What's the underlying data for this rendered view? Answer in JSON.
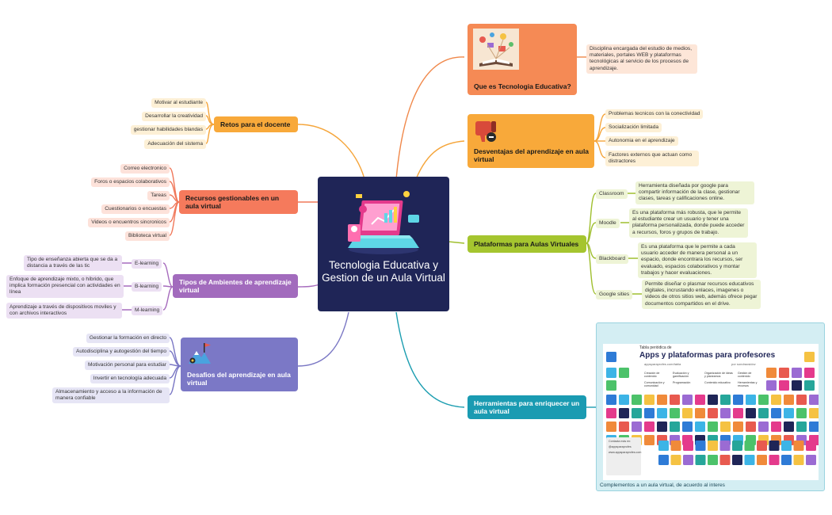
{
  "central": {
    "title": "Tecnologia Educativa y Gestion de un Aula Virtual"
  },
  "que_es": {
    "label": "Que es Tecnologia Educativa?",
    "description": "Disciplina encargada del estudio de medios, materiales, portales WEB y plataformas tecnológicas al servicio de los procesos de aprendizaje."
  },
  "desventajas": {
    "label": "Desventajas del aprendizaje en aula virtual",
    "items": [
      "Problemas tecnicos con la conectividad",
      "Socialización limitada",
      "Autonomia en el aprendizaje",
      "Factores externos que actuan como distractores"
    ]
  },
  "plataformas": {
    "label": "Plataformas para Aulas Virtuales",
    "items": [
      {
        "name": "Classroom",
        "desc": "Herramienta diseñada por google para compartir información de la clase, gestionar clases, tareas y calificaciones online."
      },
      {
        "name": "Moodle",
        "desc": "Es una plataforma más robusta, que le permite al estudiante crear un usuario y tener una plataforma personalizada, donde puede acceder a recursos, foros y grupos de trabajo."
      },
      {
        "name": "Blackboard",
        "desc": "Es una plataforma que le permite a cada usuario acceder de manera personal a un espacio, donde encontrara los recursos, ser evaluado, espacios colaborativos y montar trabajos y hacer evaluaciones."
      },
      {
        "name": "Google sities",
        "desc": "Permite diseñar o plasmar recursos educativos digitales, incrustando enlaces, imagenes o videos de otros sitios web, además ofrece pegar documentos compartidos en el drive."
      }
    ]
  },
  "herramientas": {
    "label": "Herramientas para enriquecer un aula virtual",
    "caption": "Complementos a un aula virtual, de acuerdo al interes",
    "table": {
      "pretitle": "Tabla periódica de",
      "title": "Apps y plataformas para profesores",
      "site": "appsparaprofes.com/tabla",
      "author": "por sondraosidov",
      "legend": [
        "Creación de contenido",
        "Evaluación y gamificación",
        "Organización de ideas y planeamos",
        "Gestión de contenido",
        "Comunicación y comunidad",
        "Programación",
        "Contenido educativo",
        "Herramientas y recursos"
      ],
      "contact_title": "Contacta más en:",
      "contact_handle": "@appsparaprofes",
      "contact_site": "www.appsparaprofes.com"
    }
  },
  "retos": {
    "label": "Retos para el docente",
    "items": [
      "Motivar al estudiante",
      "Desarrollar la creatividad",
      "gestionar habilidades blandas",
      "Adecuación del sistema"
    ]
  },
  "recursos": {
    "label": "Recursos gestionables en un aula virtual",
    "items": [
      "Correo electronico",
      "Foros o espacios colaborativos",
      "Tareas",
      "Cuestionarios o encuestas",
      "Videos o encuentros sincronicos",
      "Biblioteca virtual"
    ]
  },
  "tipos": {
    "label": "Tipos de Ambientes de aprendizaje virtual",
    "items": [
      {
        "name": "E-learning",
        "desc": "Tipo de enseñanza abierta que se da a distancia a través de las tic"
      },
      {
        "name": "B-learning",
        "desc": "Enfoque de aprendizaje mixto, o híbrido, que implica formación presencial con actividades en línea"
      },
      {
        "name": "M-learning",
        "desc": "Aprendizaje a través de dispositivos moviles y con archivos interactivos"
      }
    ]
  },
  "desafios": {
    "label": "Desafios del aprendizaje en aula virtual",
    "items": [
      "Gestionar la formación en directo",
      "Autodisciplina y autogestión del tiempo",
      "Motivación personal para estudiar",
      "Invertir en tecnología adecuada",
      "Almacenamiento y acceso a la información de manera confiable"
    ]
  }
}
